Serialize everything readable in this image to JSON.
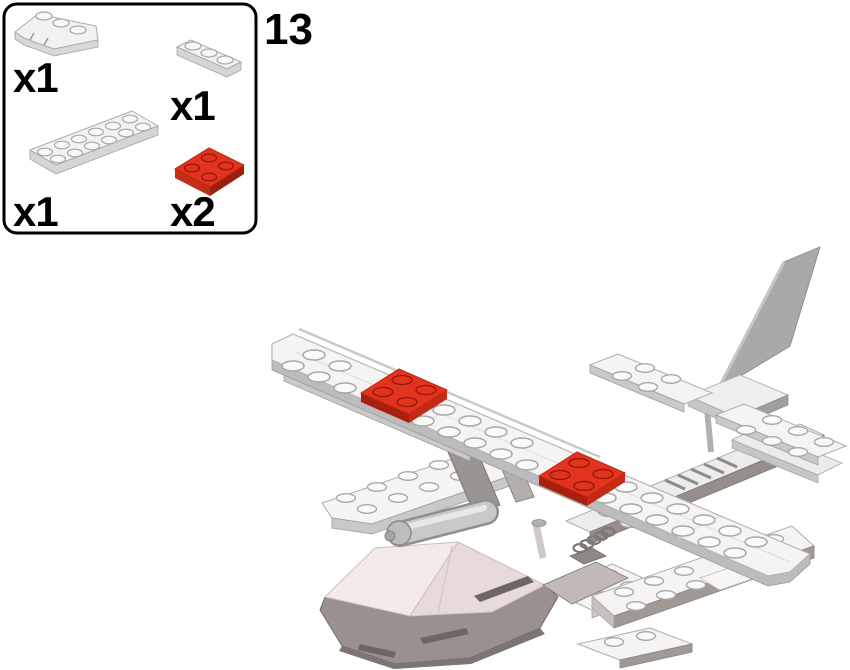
{
  "page": {
    "background_color": "#ffffff"
  },
  "step": {
    "number": "13"
  },
  "parts_box": {
    "border_color": "#000000",
    "items": [
      {
        "part": "wedge-plate-4x2-white",
        "quantity": "x1",
        "color": "#f2f2f2"
      },
      {
        "part": "plate-1x3-white",
        "quantity": "x1",
        "color": "#f2f2f2"
      },
      {
        "part": "plate-2x6-white",
        "quantity": "x1",
        "color": "#f2f2f2"
      },
      {
        "part": "plate-2x2-red",
        "quantity": "x2",
        "color": "#e2331e"
      }
    ]
  },
  "model": {
    "subject": "seaplane-assembly-step-13",
    "highlight_color": "#e2331e",
    "placed_parts": [
      "red-plate-2x2-on-left-wing",
      "red-plate-2x2-on-right-wing-root"
    ],
    "plastic_colors": {
      "white": "#f5f4f3",
      "gray": "#a9a9a9",
      "hull_taupe": "#9a908e",
      "nose_pink_white": "#f3e9e7"
    }
  }
}
